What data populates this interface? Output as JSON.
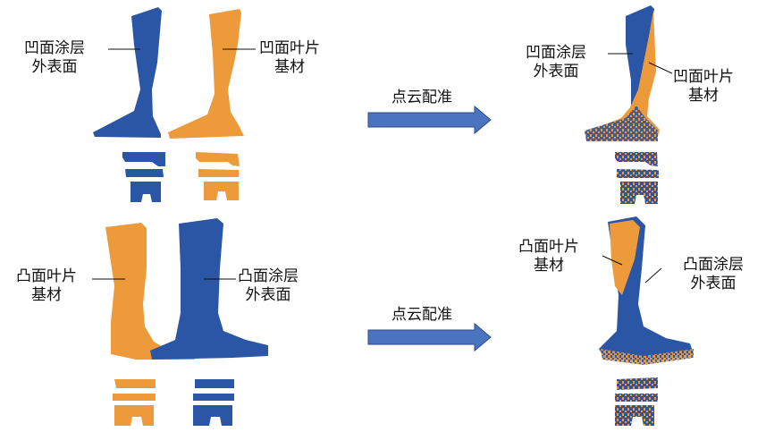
{
  "colors": {
    "coating_blue": "#2b56a6",
    "blade_orange": "#ec9a3a",
    "arrow_fill": "#4a74c0",
    "arrow_stroke": "#2a4b8a"
  },
  "concave": {
    "coating_label": [
      "凹面涂层",
      "外表面"
    ],
    "blade_label": [
      "凹面叶片",
      "基材"
    ],
    "registration_label": "点云配准",
    "result_coating_label": [
      "凹面涂层",
      "外表面"
    ],
    "result_blade_label": [
      "凹面叶片",
      "基材"
    ]
  },
  "convex": {
    "blade_label": [
      "凸面叶片",
      "基材"
    ],
    "coating_label": [
      "凸面涂层",
      "外表面"
    ],
    "registration_label": "点云配准",
    "result_blade_label": [
      "凸面叶片",
      "基材"
    ],
    "result_coating_label": [
      "凸面涂层",
      "外表面"
    ]
  }
}
